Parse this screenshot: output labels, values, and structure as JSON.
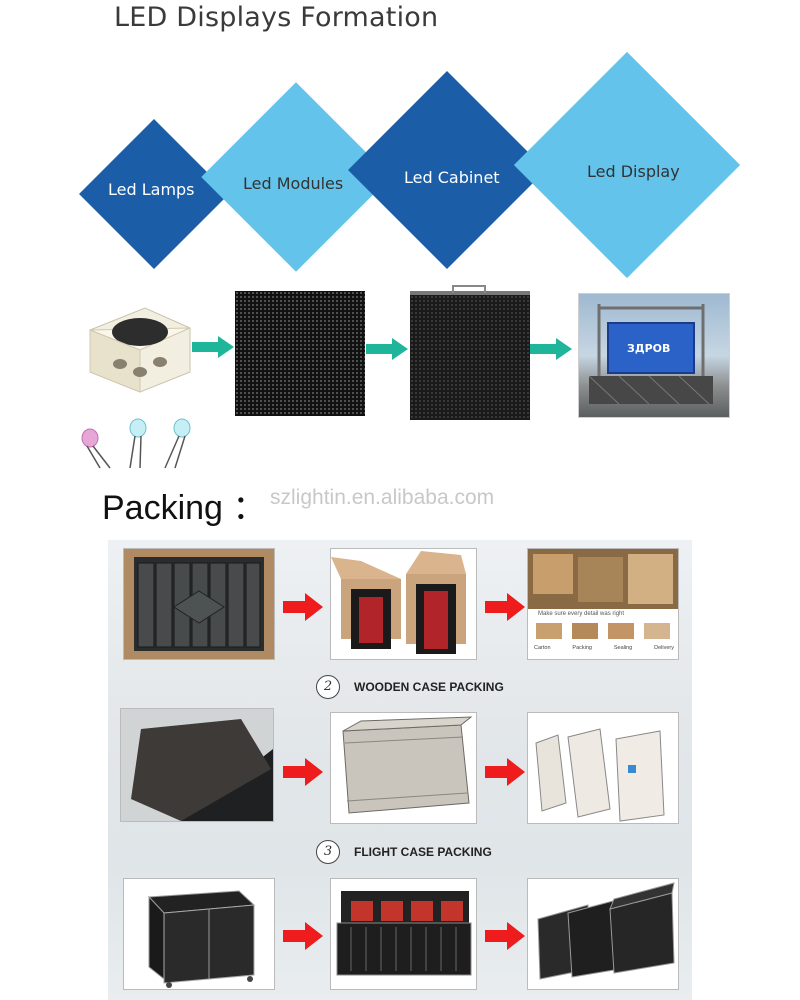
{
  "header": {
    "title": "LED Displays Formation"
  },
  "formation": {
    "steps": [
      {
        "label": "Led Lamps",
        "color": "#1a5fa8"
      },
      {
        "label": "Led Modules",
        "color": "#63c1e8"
      },
      {
        "label": "Led Cabinet",
        "color": "#1a5fa8"
      },
      {
        "label": "Led Display",
        "color": "#63c1e8"
      }
    ],
    "arrow_color": "#1fb59a",
    "screen_text": "ЗДРОВ"
  },
  "packing": {
    "title": "Packing ：",
    "website": "szlightin.en.alibaba.com",
    "sections": [
      {
        "number": "2",
        "label": "WOODEN CASE PACKING"
      },
      {
        "number": "3",
        "label": "FLIGHT CASE PACKING"
      }
    ],
    "carton_steps": [
      "Carton",
      "Packing",
      "Sealing",
      "Delivery"
    ],
    "carton_note": "Make sure every detail was right",
    "arrow_color": "#ee1c1c"
  }
}
